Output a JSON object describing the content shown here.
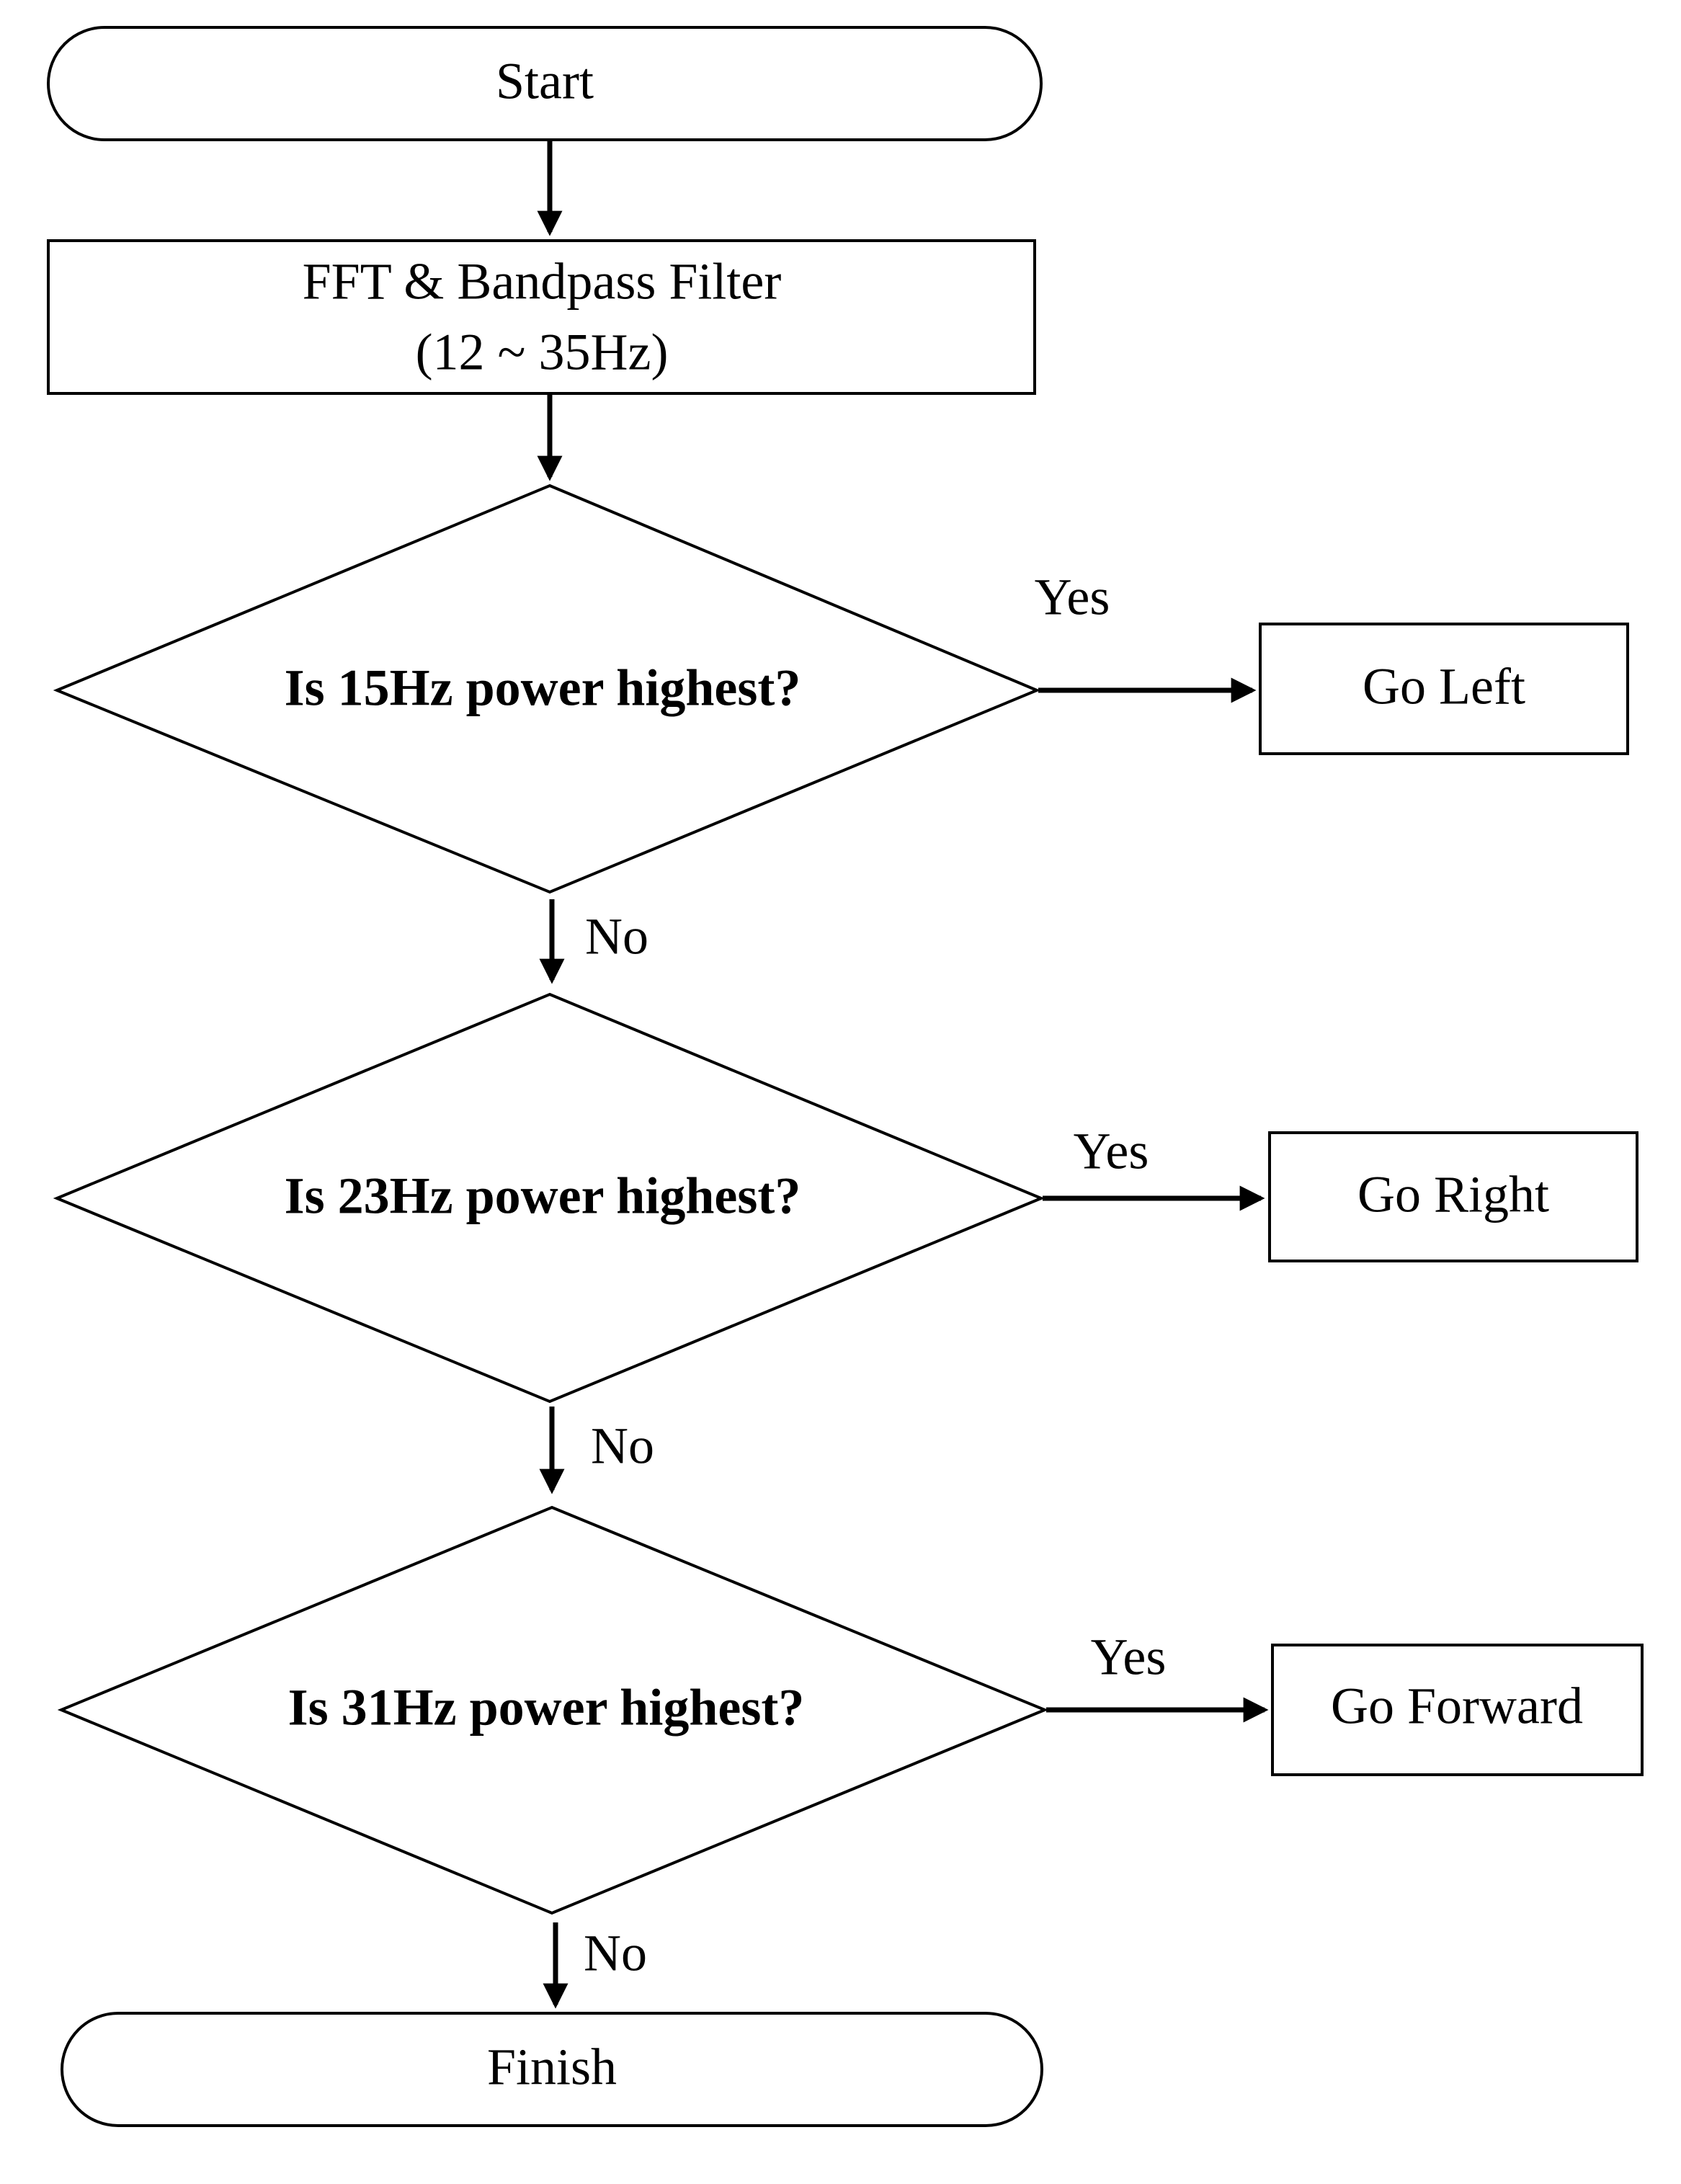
{
  "diagram": {
    "nodes": {
      "start": {
        "label": "Start"
      },
      "filter": {
        "line1": "FFT & Bandpass Filter",
        "line2": "(12 ~ 35Hz)"
      },
      "decision1": {
        "label": "Is 15Hz power highest?"
      },
      "action1": {
        "label": "Go Left"
      },
      "decision2": {
        "label": "Is 23Hz power highest?"
      },
      "action2": {
        "label": "Go Right"
      },
      "decision3": {
        "label": "Is 31Hz power highest?"
      },
      "action3": {
        "label": "Go Forward"
      },
      "finish": {
        "label": "Finish"
      }
    },
    "edges": {
      "yes1": "Yes",
      "no1": "No",
      "yes2": "Yes",
      "no2": "No",
      "yes3": "Yes",
      "no3": "No"
    }
  }
}
